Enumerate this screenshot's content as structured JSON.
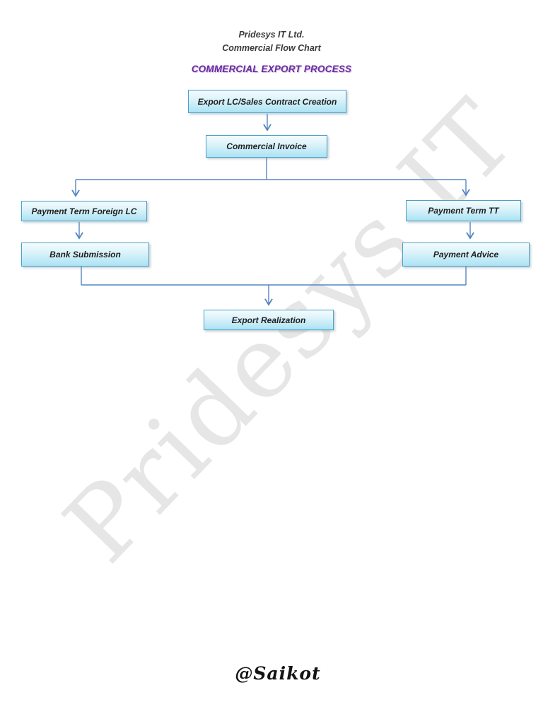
{
  "header": {
    "company": "Pridesys IT Ltd.",
    "subtitle": "Commercial Flow Chart",
    "title": "COMMERCIAL EXPORT PROCESS"
  },
  "watermark": {
    "text": "Pridesys IT"
  },
  "footer": {
    "signature": "@Saikot"
  },
  "diagram": {
    "type": "flowchart",
    "title": "COMMERCIAL EXPORT PROCESS",
    "nodes": {
      "export_lc": {
        "label": "Export LC/Sales Contract Creation"
      },
      "commercial_invoice": {
        "label": "Commercial Invoice"
      },
      "payment_term_lc": {
        "label": "Payment Term Foreign LC"
      },
      "bank_submission": {
        "label": "Bank Submission"
      },
      "payment_term_tt": {
        "label": "Payment Term TT"
      },
      "payment_advice": {
        "label": "Payment Advice"
      },
      "export_realization": {
        "label": "Export Realization"
      }
    },
    "edges": [
      {
        "from": "Export LC/Sales Contract Creation",
        "to": "Commercial Invoice"
      },
      {
        "from": "Commercial Invoice",
        "to": "Payment Term Foreign LC"
      },
      {
        "from": "Commercial Invoice",
        "to": "Payment Term TT"
      },
      {
        "from": "Payment Term Foreign LC",
        "to": "Bank Submission"
      },
      {
        "from": "Payment Term TT",
        "to": "Payment Advice"
      },
      {
        "from": "Bank Submission",
        "to": "Export Realization"
      },
      {
        "from": "Payment Advice",
        "to": "Export Realization"
      }
    ]
  },
  "colors": {
    "node_border": "#4BA0C8",
    "node_fill_top": "#F4FCFE",
    "node_fill_bottom": "#ABE3F4",
    "node_text": "#1F1F1F",
    "connector": "#5585C2",
    "title_purple": "#6A2CA0",
    "watermark_gray": "#D2D2D2"
  }
}
